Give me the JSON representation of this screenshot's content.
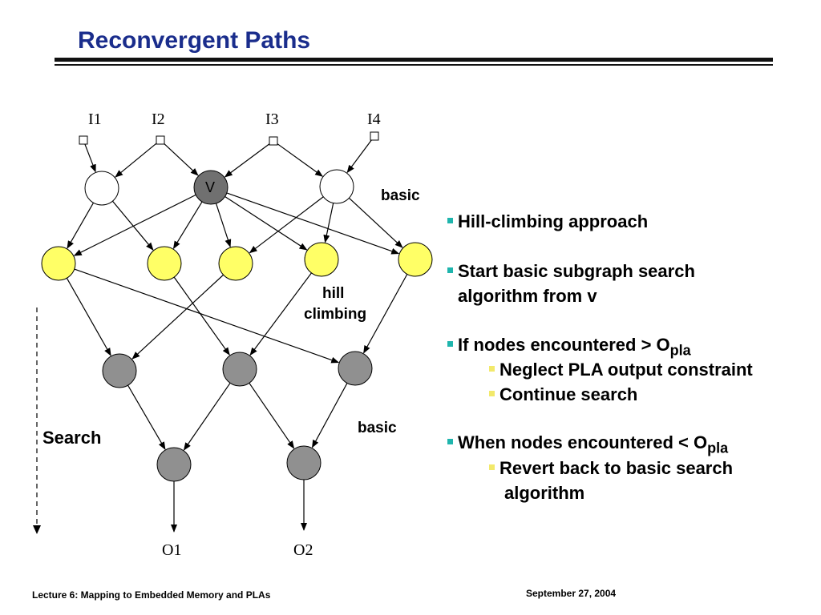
{
  "slide": {
    "title": "Reconvergent Paths",
    "footer_left": "Lecture 6: Mapping to Embedded Memory and PLAs",
    "footer_right": "September 27, 2004"
  },
  "diagram": {
    "inputs": [
      "I1",
      "I2",
      "I3",
      "I4"
    ],
    "outputs": [
      "O1",
      "O2"
    ],
    "v_node_label": "V",
    "label_basic_top": "basic",
    "label_hill_line1": "hill",
    "label_hill_line2": "climbing",
    "label_basic_bottom": "basic",
    "label_search": "Search",
    "colors": {
      "yellow": "#ffff66",
      "gray": "#909090",
      "v_node": "#707070",
      "white": "#ffffff"
    }
  },
  "bullets": {
    "b1": "Hill-climbing approach",
    "b2_line1": "Start basic subgraph search",
    "b2_line2": "algorithm from v",
    "b3_text": "If nodes encountered > O",
    "b3_sub": "pla",
    "b3_s1": "Neglect PLA output constraint",
    "b3_s2": "Continue search",
    "b4_text": "When nodes encountered < O",
    "b4_sub": "pla",
    "b4_s1_line1": "Revert back to basic search",
    "b4_s1_line2": "algorithm"
  }
}
